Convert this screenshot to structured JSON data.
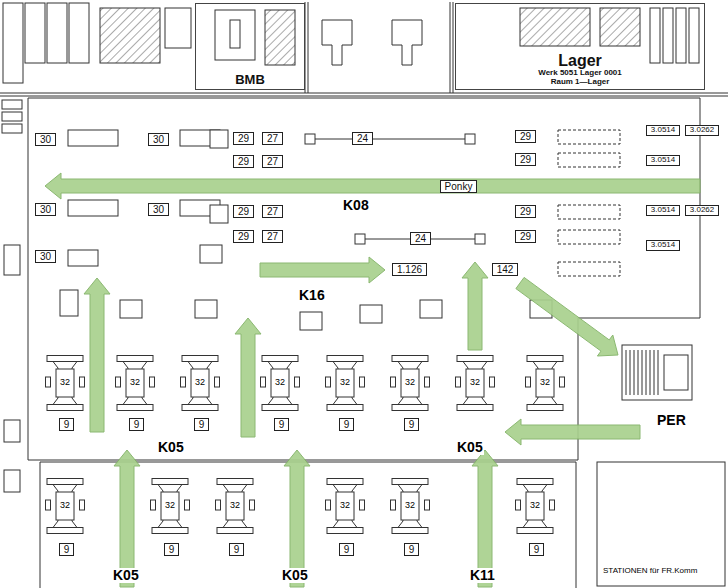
{
  "diagram": {
    "nodes": [
      {
        "text": [
          "BMB"
        ]
      },
      {
        "text": [
          "Lager",
          "Werk 5051 Lager 0001",
          "Raum 1—Lager"
        ]
      },
      {
        "text": [
          "30"
        ]
      },
      {
        "text": [
          "30"
        ]
      },
      {
        "text": [
          "30"
        ]
      },
      {
        "text": [
          "30"
        ]
      },
      {
        "text": [
          "30"
        ]
      },
      {
        "text": [
          "29"
        ]
      },
      {
        "text": [
          "27"
        ]
      },
      {
        "text": [
          "29"
        ]
      },
      {
        "text": [
          "27"
        ]
      },
      {
        "text": [
          "29"
        ]
      },
      {
        "text": [
          "27"
        ]
      },
      {
        "text": [
          "29"
        ]
      },
      {
        "text": [
          "27"
        ]
      },
      {
        "text": [
          "24"
        ]
      },
      {
        "text": [
          "Ponky"
        ]
      },
      {
        "text": [
          "24"
        ]
      },
      {
        "text": [
          "1.126"
        ]
      },
      {
        "text": [
          "142"
        ]
      },
      {
        "text": [
          "29"
        ]
      },
      {
        "text": [
          "29"
        ]
      },
      {
        "text": [
          "29"
        ]
      },
      {
        "text": [
          "29"
        ]
      },
      {
        "text": [
          "3.0514"
        ]
      },
      {
        "text": [
          "3.0514"
        ]
      },
      {
        "text": [
          "3.0514"
        ]
      },
      {
        "text": [
          "3.0514"
        ]
      },
      {
        "text": [
          "3.0262"
        ]
      },
      {
        "text": [
          "3.0262"
        ]
      },
      {
        "text": [
          "9"
        ]
      },
      {
        "text": [
          "9"
        ]
      },
      {
        "text": [
          "9"
        ]
      },
      {
        "text": [
          "9"
        ]
      },
      {
        "text": [
          "9"
        ]
      },
      {
        "text": [
          "9"
        ]
      },
      {
        "text": [
          "9"
        ]
      },
      {
        "text": [
          "9"
        ]
      },
      {
        "text": [
          "9"
        ]
      },
      {
        "text": [
          "9"
        ]
      },
      {
        "text": [
          "9"
        ]
      },
      {
        "text": [
          "9"
        ]
      }
    ],
    "labels": [
      "K08",
      "K16",
      "K05",
      "K05",
      "K05",
      "K05",
      "K11",
      "PER",
      "STATIONEN für FR.Komm",
      "32",
      "32",
      "32",
      "32",
      "32",
      "32",
      "32",
      "32",
      "32",
      "32",
      "32",
      "32",
      "32",
      "32"
    ]
  }
}
